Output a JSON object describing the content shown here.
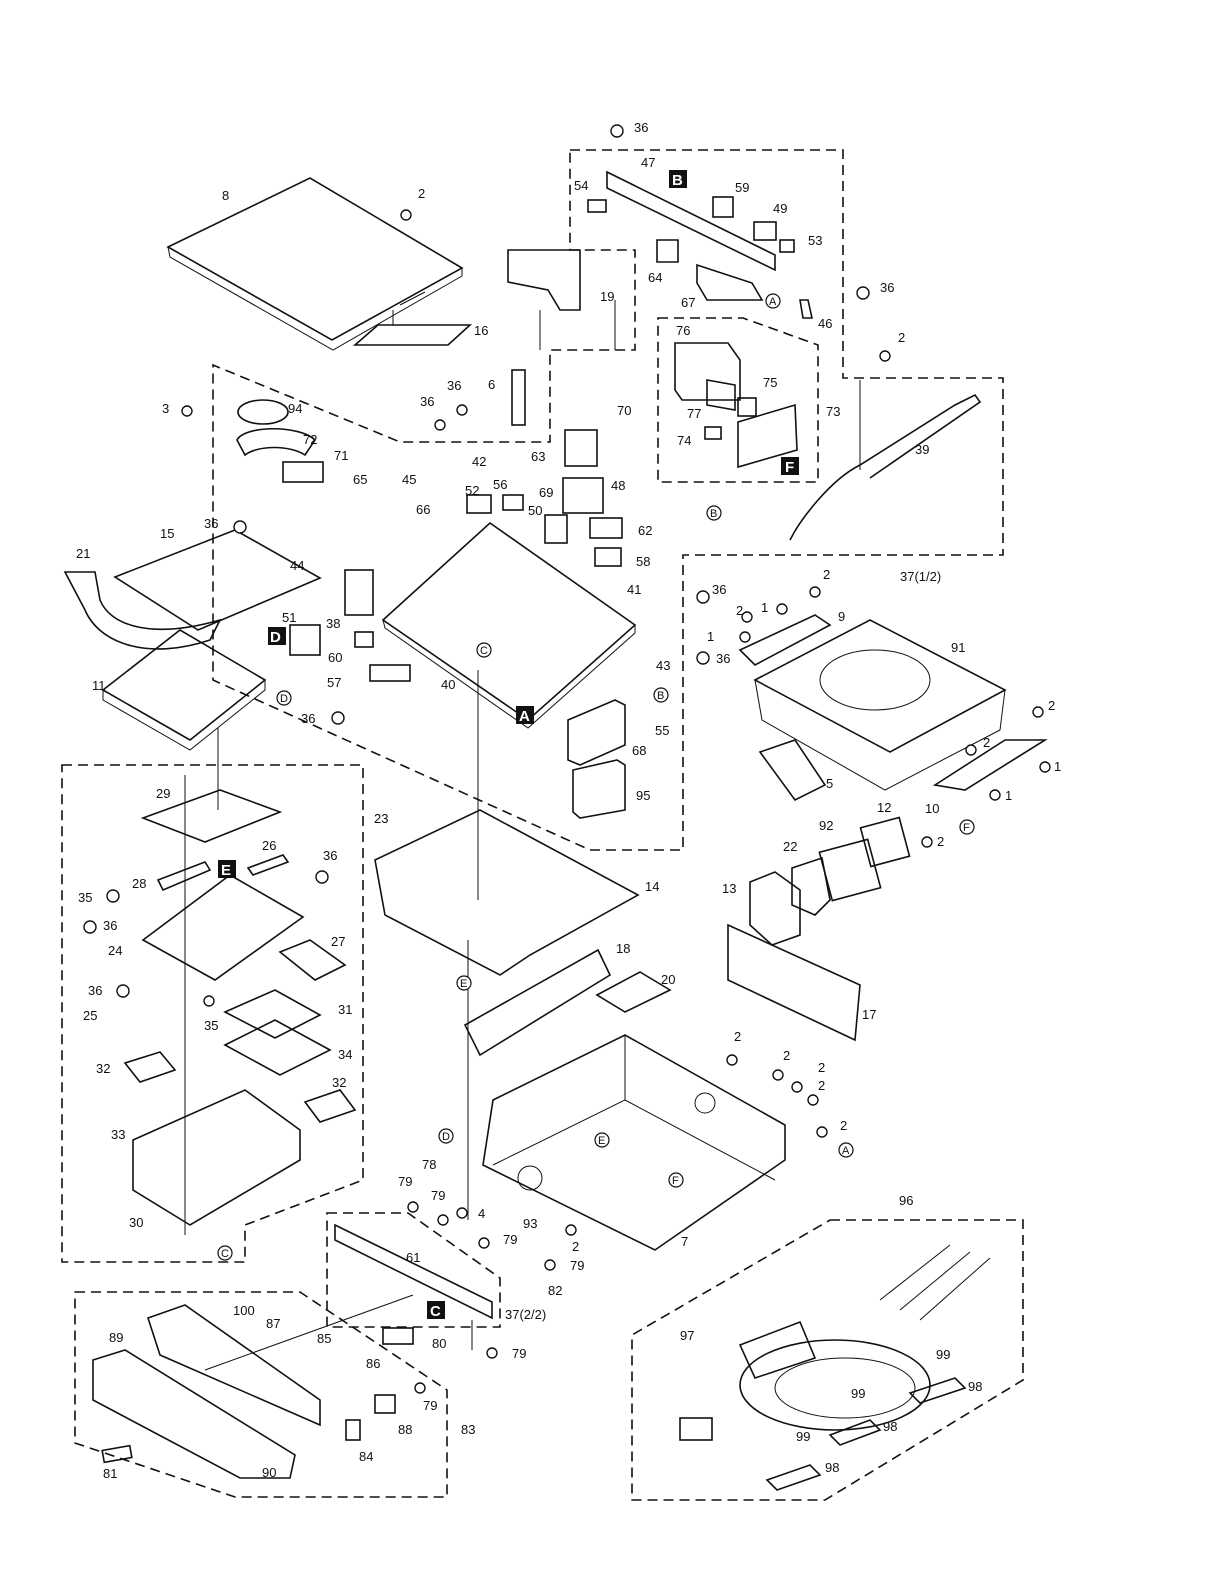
{
  "callouts": [
    "36",
    "47",
    "54",
    "59",
    "49",
    "53",
    "64",
    "67",
    "36",
    "46",
    "8",
    "2",
    "19",
    "16",
    "76",
    "75",
    "77",
    "73",
    "74",
    "2",
    "39",
    "6",
    "70",
    "3",
    "94",
    "36",
    "36",
    "72",
    "63",
    "48",
    "71",
    "65",
    "45",
    "42",
    "52",
    "56",
    "69",
    "50",
    "66",
    "62",
    "58",
    "36",
    "15",
    "21",
    "44",
    "38",
    "51",
    "60",
    "41",
    "36",
    "2",
    "9",
    "1",
    "2",
    "1",
    "91",
    "43",
    "36",
    "57",
    "40",
    "11",
    "36",
    "55",
    "68",
    "95",
    "2",
    "2",
    "1",
    "10",
    "1",
    "5",
    "29",
    "23",
    "26",
    "36",
    "28",
    "35",
    "36",
    "24",
    "27",
    "36",
    "25",
    "35",
    "31",
    "34",
    "32",
    "32",
    "33",
    "30",
    "14",
    "13",
    "22",
    "92",
    "12",
    "2",
    "18",
    "20",
    "17",
    "2",
    "2",
    "2",
    "2",
    "2",
    "78",
    "4",
    "93",
    "2",
    "7",
    "79",
    "79",
    "79",
    "61",
    "79",
    "82",
    "37(2/2)",
    "79",
    "100",
    "87",
    "85",
    "80",
    "89",
    "86",
    "79",
    "88",
    "83",
    "84",
    "81",
    "90",
    "96",
    "97",
    "99",
    "99",
    "98",
    "98",
    "99",
    "98",
    "37(1/2)"
  ],
  "block_tags": [
    "A",
    "B",
    "C",
    "D",
    "E",
    "F"
  ],
  "ref_marks": [
    "A",
    "A",
    "B",
    "B",
    "C",
    "C",
    "D",
    "D",
    "E",
    "E",
    "F",
    "F"
  ],
  "icons": [
    "screw-icon",
    "circled-letter-icon",
    "black-box-letter-icon"
  ]
}
